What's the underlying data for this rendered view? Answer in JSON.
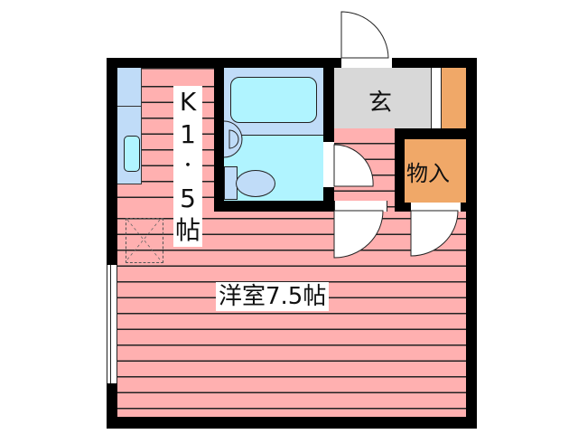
{
  "floorplan": {
    "rooms": {
      "kitchen": {
        "label_chars": [
          "K",
          "1",
          "・",
          "5",
          "帖"
        ],
        "label": "K1.5帖"
      },
      "western_room": {
        "label": "洋室7.5帖"
      },
      "entrance": {
        "label": "玄"
      },
      "storage": {
        "label": "物入"
      },
      "bathroom": {
        "label": ""
      }
    },
    "colors": {
      "wall": "#000000",
      "floor_pink": "#ffb0b0",
      "bath_blue": "#c0dcf8",
      "toilet_cyan": "#b0f4ff",
      "entrance_gray": "#d8d8d8",
      "storage_orange": "#f0a868"
    }
  }
}
